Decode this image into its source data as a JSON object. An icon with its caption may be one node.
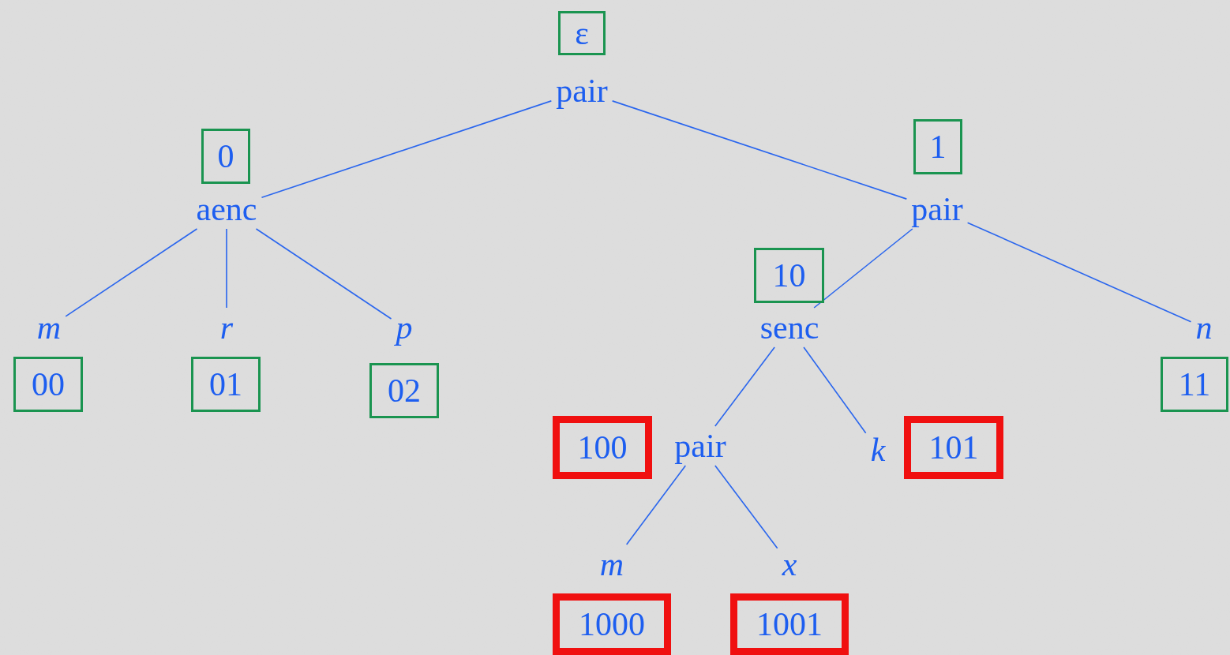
{
  "diagram": {
    "nodes": [
      {
        "text": [
          "ε"
        ]
      },
      {
        "text": [
          "pair"
        ]
      },
      {
        "text": [
          "0"
        ]
      },
      {
        "text": [
          "aenc"
        ]
      },
      {
        "text": [
          "1"
        ]
      },
      {
        "text": [
          "pair"
        ]
      },
      {
        "text": [
          "10"
        ]
      },
      {
        "text": [
          "senc"
        ]
      },
      {
        "text": [
          "m"
        ]
      },
      {
        "text": [
          "r"
        ]
      },
      {
        "text": [
          "p"
        ]
      },
      {
        "text": [
          "n"
        ]
      },
      {
        "text": [
          "00"
        ]
      },
      {
        "text": [
          "01"
        ]
      },
      {
        "text": [
          "02"
        ]
      },
      {
        "text": [
          "11"
        ]
      },
      {
        "text": [
          "100"
        ]
      },
      {
        "text": [
          "pair"
        ]
      },
      {
        "text": [
          "k"
        ]
      },
      {
        "text": [
          "101"
        ]
      },
      {
        "text": [
          "m"
        ]
      },
      {
        "text": [
          "x"
        ]
      },
      {
        "text": [
          "1000"
        ]
      },
      {
        "text": [
          "1001"
        ]
      }
    ],
    "edges": [
      {
        "from": 1,
        "to": 3,
        "arrow": "none"
      },
      {
        "from": 1,
        "to": 5,
        "arrow": "none"
      },
      {
        "from": 3,
        "to": 8,
        "arrow": "none"
      },
      {
        "from": 3,
        "to": 9,
        "arrow": "none"
      },
      {
        "from": 3,
        "to": 10,
        "arrow": "none"
      },
      {
        "from": 5,
        "to": 7,
        "arrow": "none"
      },
      {
        "from": 5,
        "to": 11,
        "arrow": "none"
      },
      {
        "from": 7,
        "to": 17,
        "arrow": "none"
      },
      {
        "from": 7,
        "to": 18,
        "arrow": "none"
      },
      {
        "from": 17,
        "to": 20,
        "arrow": "none"
      },
      {
        "from": 17,
        "to": 21,
        "arrow": "none"
      }
    ]
  }
}
